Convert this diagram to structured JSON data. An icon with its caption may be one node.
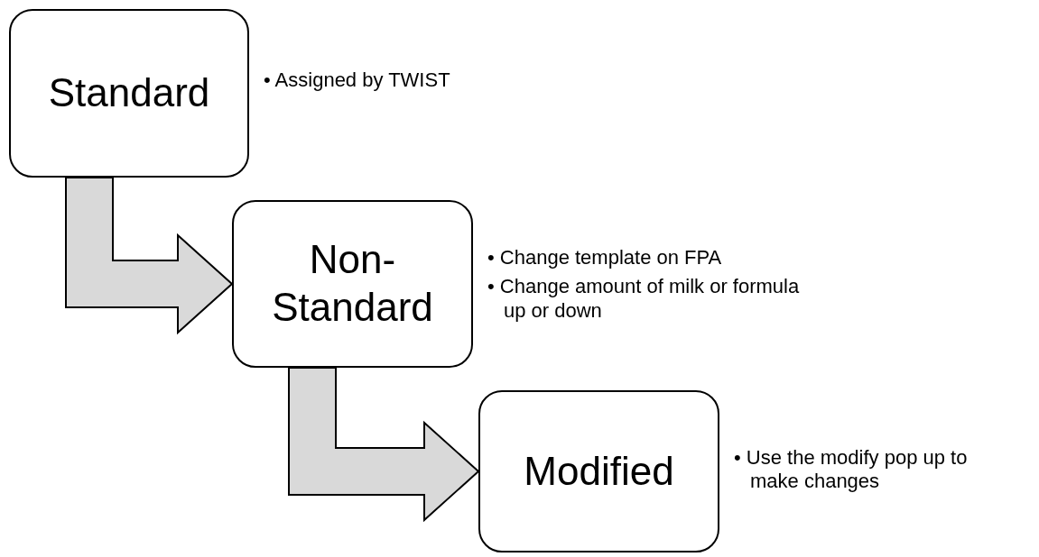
{
  "diagram": {
    "nodes": [
      {
        "text": [
          "Standard"
        ],
        "beside": [
          "• Assigned by TWIST"
        ]
      },
      {
        "text": [
          "Non-Standard"
        ],
        "beside": [
          "• Change template on FPA",
          "• Change amount of milk or formula up or down"
        ]
      },
      {
        "text": [
          "Modified"
        ],
        "beside": [
          "• Use the modify pop up to make changes"
        ]
      }
    ],
    "edges": [
      {
        "from": 0,
        "to": 1,
        "arrow": "to",
        "color": "#d9d9d9"
      },
      {
        "from": 1,
        "to": 2,
        "arrow": "to",
        "color": "#d9d9d9"
      }
    ]
  }
}
